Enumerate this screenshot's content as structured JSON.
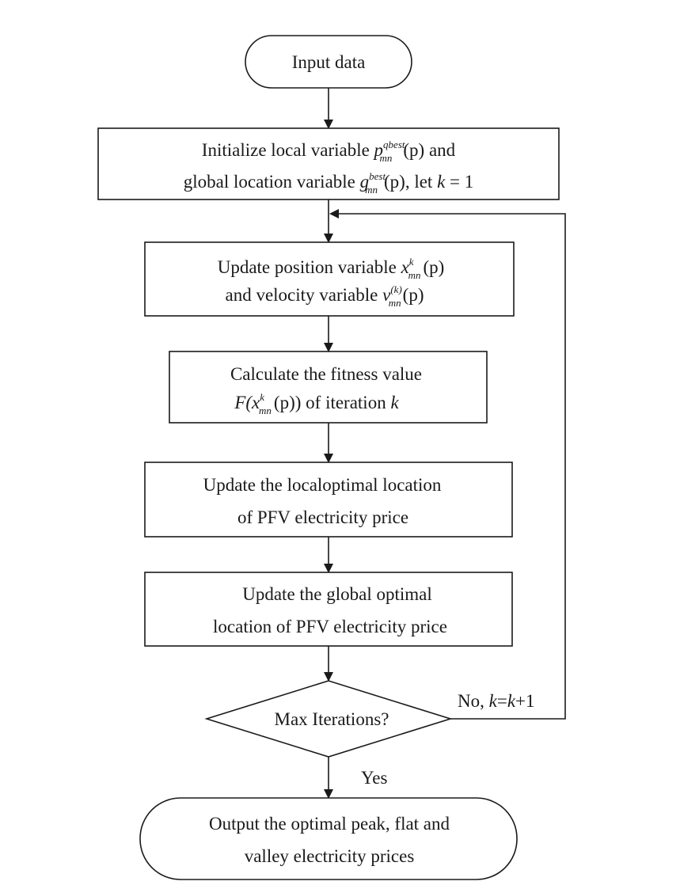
{
  "nodes": {
    "start": {
      "label": "Input data"
    },
    "init": {
      "line1": {
        "pre": "Initialize local variable ",
        "var": "p",
        "sup": "qbest",
        "sub": "mn",
        "arg": "(p)",
        "post": " and"
      },
      "line2": {
        "pre": "global location variable ",
        "var": "g",
        "sup": "best",
        "sub": "mn",
        "arg": "(p)",
        "mid": ", let ",
        "kvar": "k",
        "eq": " = 1"
      }
    },
    "update_pv": {
      "line1": {
        "pre": "Update position variable ",
        "var": "x",
        "sup": "k",
        "sub": "mn",
        "arg": "(p)"
      },
      "line2": {
        "pre": "and velocity variable ",
        "var": "v",
        "sup": "(k)",
        "sub": "mn",
        "arg": "(p)"
      }
    },
    "fitness": {
      "line1": "Calculate the fitness value",
      "line2": {
        "pre": "F(",
        "var": "x",
        "sup": "k",
        "sub": "mn",
        "arg": "(p))",
        "mid": " of iteration ",
        "kvar": "k"
      }
    },
    "local_opt": {
      "line1": "Update the localoptimal location",
      "line2": "of PFV electricity price"
    },
    "global_opt": {
      "line1": "Update the global optimal",
      "line2": "location of PFV electricity price"
    },
    "decision": {
      "label": "Max Iterations?"
    },
    "end": {
      "line1": "Output the optimal peak, flat and",
      "line2": "valley electricity prices"
    }
  },
  "edges": {
    "no_label": {
      "pre": "No, ",
      "k1": "k",
      "eq": "=",
      "k2": "k",
      "post": "+1"
    },
    "yes_label": "Yes"
  }
}
